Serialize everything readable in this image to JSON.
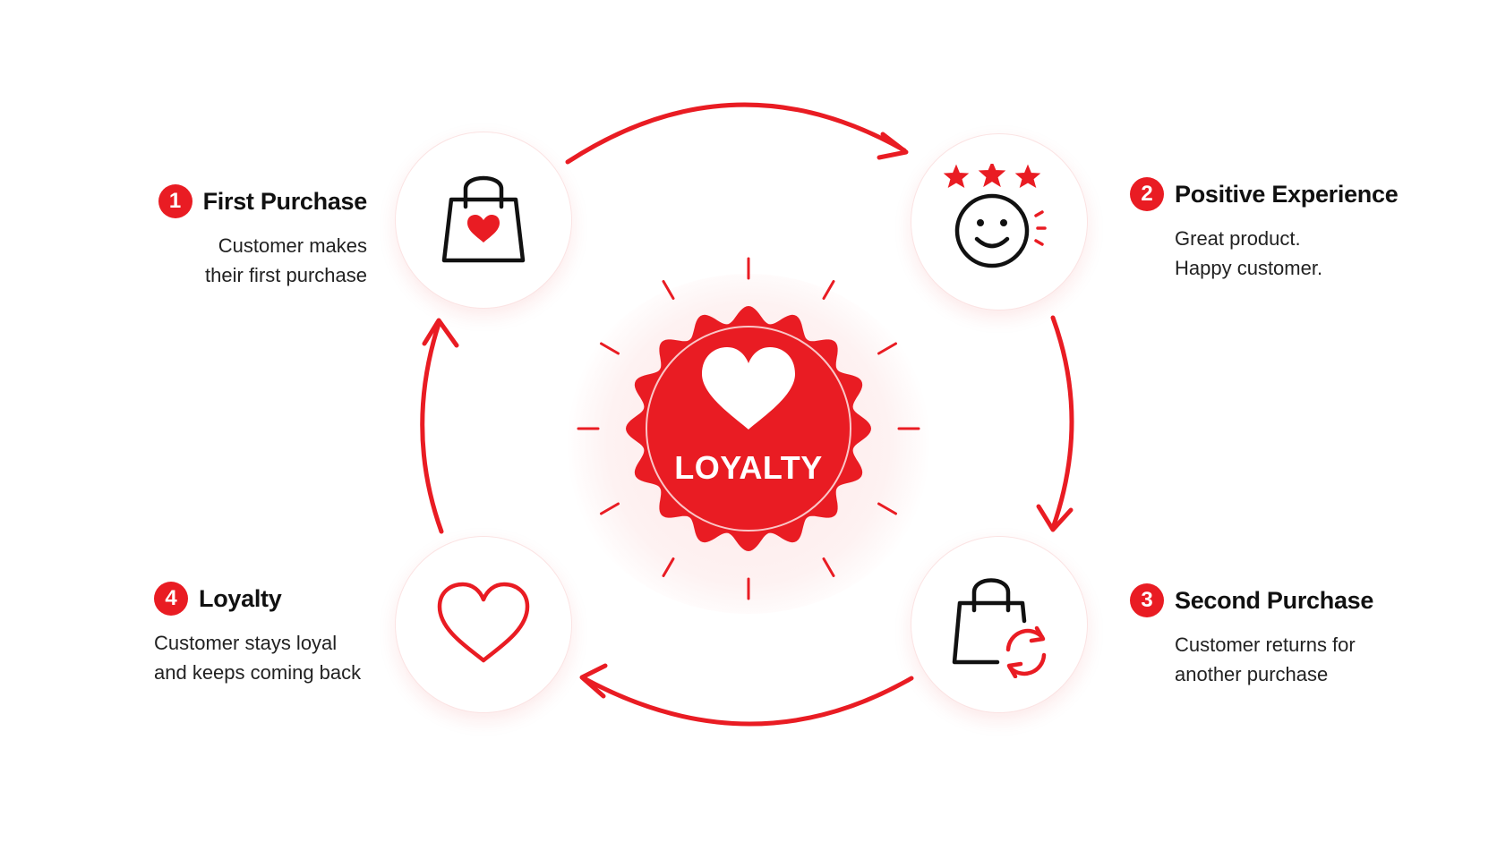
{
  "center_badge": {
    "label": "LOYALTY",
    "icon": "heart-icon"
  },
  "steps": [
    {
      "number": "1",
      "title": "First Purchase",
      "lines": [
        "Customer makes",
        "their first purchase"
      ],
      "icon": "shopping-bag-heart-icon"
    },
    {
      "number": "2",
      "title": "Positive Experience",
      "lines": [
        "Great product.",
        "Happy customer."
      ],
      "icon": "smiley-stars-icon"
    },
    {
      "number": "3",
      "title": "Second Purchase",
      "lines": [
        "Customer returns for",
        "another purchase"
      ],
      "icon": "shopping-bag-repeat-icon"
    },
    {
      "number": "4",
      "title": "Loyalty",
      "lines": [
        "Customer stays loyal",
        "and keeps coming back"
      ],
      "icon": "heart-outline-icon"
    }
  ],
  "colors": {
    "accent": "#e91c23",
    "icon_stroke": "#111111",
    "text": "#222222"
  }
}
